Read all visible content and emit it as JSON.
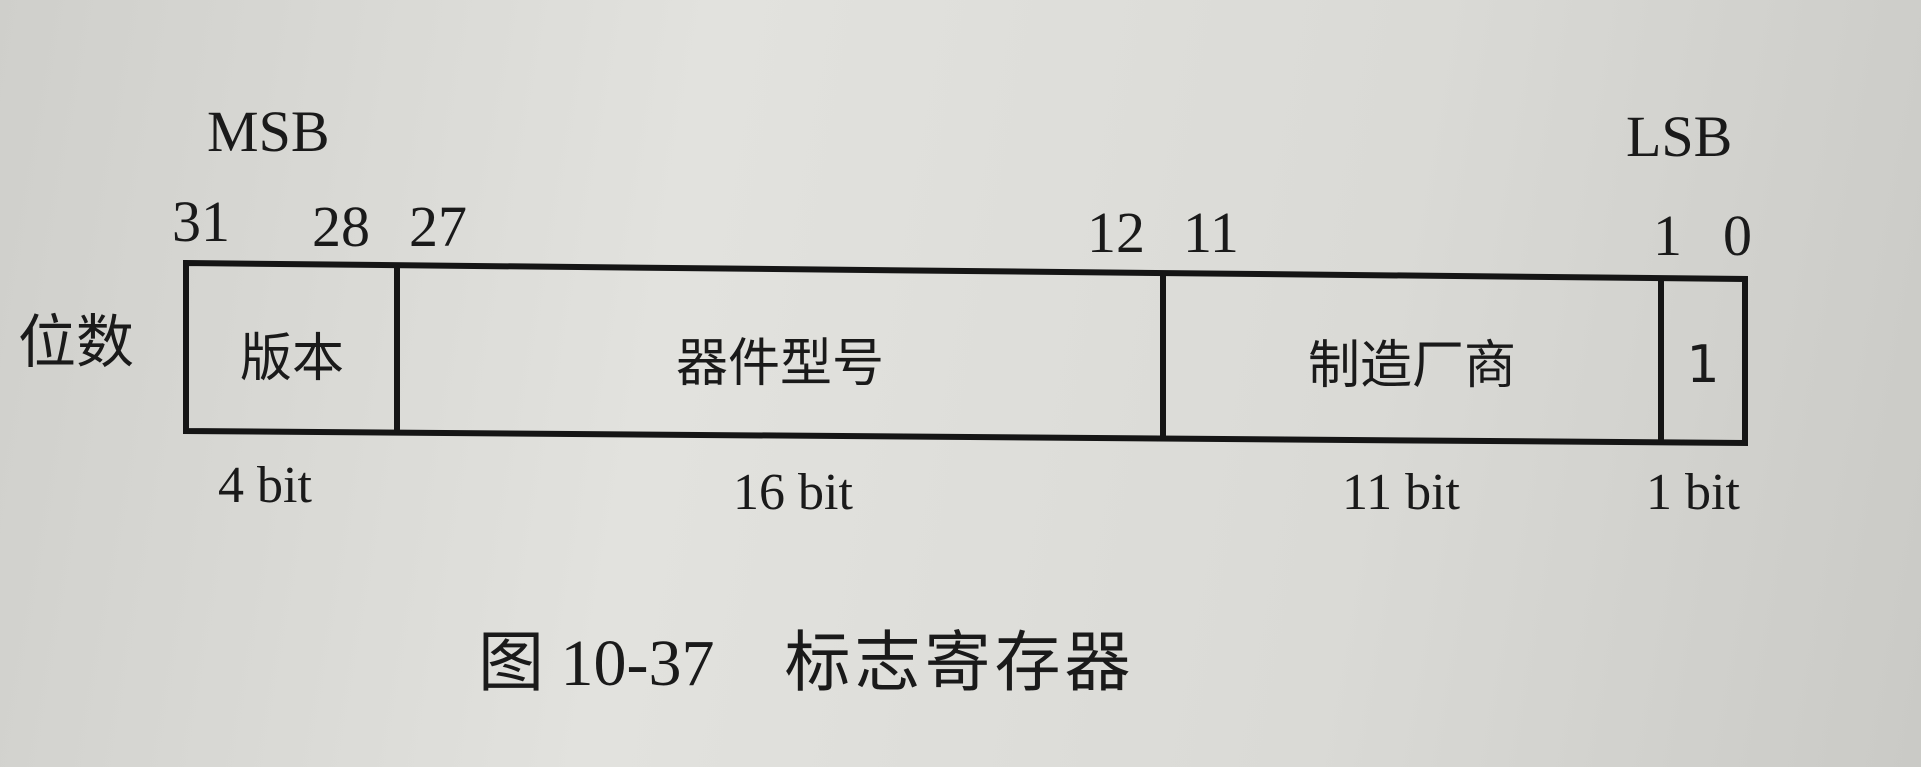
{
  "register": {
    "msb_label": "MSB",
    "lsb_label": "LSB",
    "row_label": "位数",
    "bit_indices": [
      "31",
      "28",
      "27",
      "12",
      "11",
      "1",
      "0"
    ],
    "fields": [
      {
        "label": "版本",
        "width": "4 bit"
      },
      {
        "label": "器件型号",
        "width": "16 bit"
      },
      {
        "label": "制造厂商",
        "width": "11 bit"
      },
      {
        "label": "1",
        "width": "1 bit"
      }
    ]
  },
  "caption": {
    "number": "图 10-37",
    "title": "标志寄存器"
  }
}
